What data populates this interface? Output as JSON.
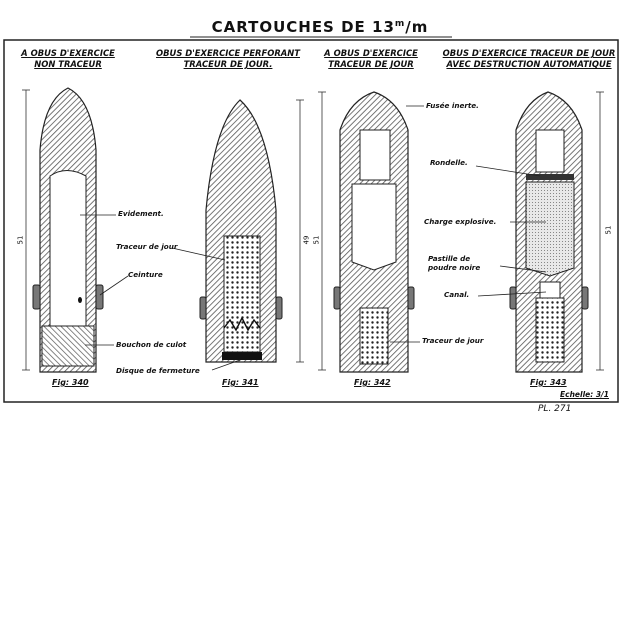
{
  "title": {
    "main": "CARTOUCHES DE 13",
    "unit_sup": "m",
    "unit_rest": "/m"
  },
  "columns": [
    {
      "line1": "A OBUS D'EXERCICE",
      "line2": "NON TRACEUR"
    },
    {
      "line1": "OBUS D'EXERCICE PERFORANT",
      "line2": "TRACEUR DE JOUR."
    },
    {
      "line1": "A OBUS D'EXERCICE",
      "line2": "TRACEUR DE JOUR"
    },
    {
      "line1": "OBUS D'EXERCICE TRACEUR DE JOUR",
      "line2": "AVEC DESTRUCTION AUTOMATIQUE"
    }
  ],
  "labels": {
    "evidement": "Evidement.",
    "traceur_de_jour_1": "Traceur de jour",
    "ceinture": "Ceinture",
    "bouchon_de_culot": "Bouchon de culot",
    "disque_de_fermeture": "Disque de fermeture",
    "fusee_inerte": "Fusée inerte.",
    "rondelle": "Rondelle.",
    "charge_explosive": "Charge explosive.",
    "pastille_line1": "Pastille de",
    "pastille_line2": "poudre noire",
    "canal": "Canal.",
    "traceur_de_jour_2": "Traceur de jour"
  },
  "dimensions": {
    "d1": "51",
    "d2": "49",
    "d3": "51",
    "d4": "51"
  },
  "figures": {
    "f1": "Fig: 340",
    "f2": "Fig: 341",
    "f3": "Fig: 342",
    "f4": "Fig: 343"
  },
  "scale": "Echelle: 3/1",
  "plate_number": "PL. 271"
}
